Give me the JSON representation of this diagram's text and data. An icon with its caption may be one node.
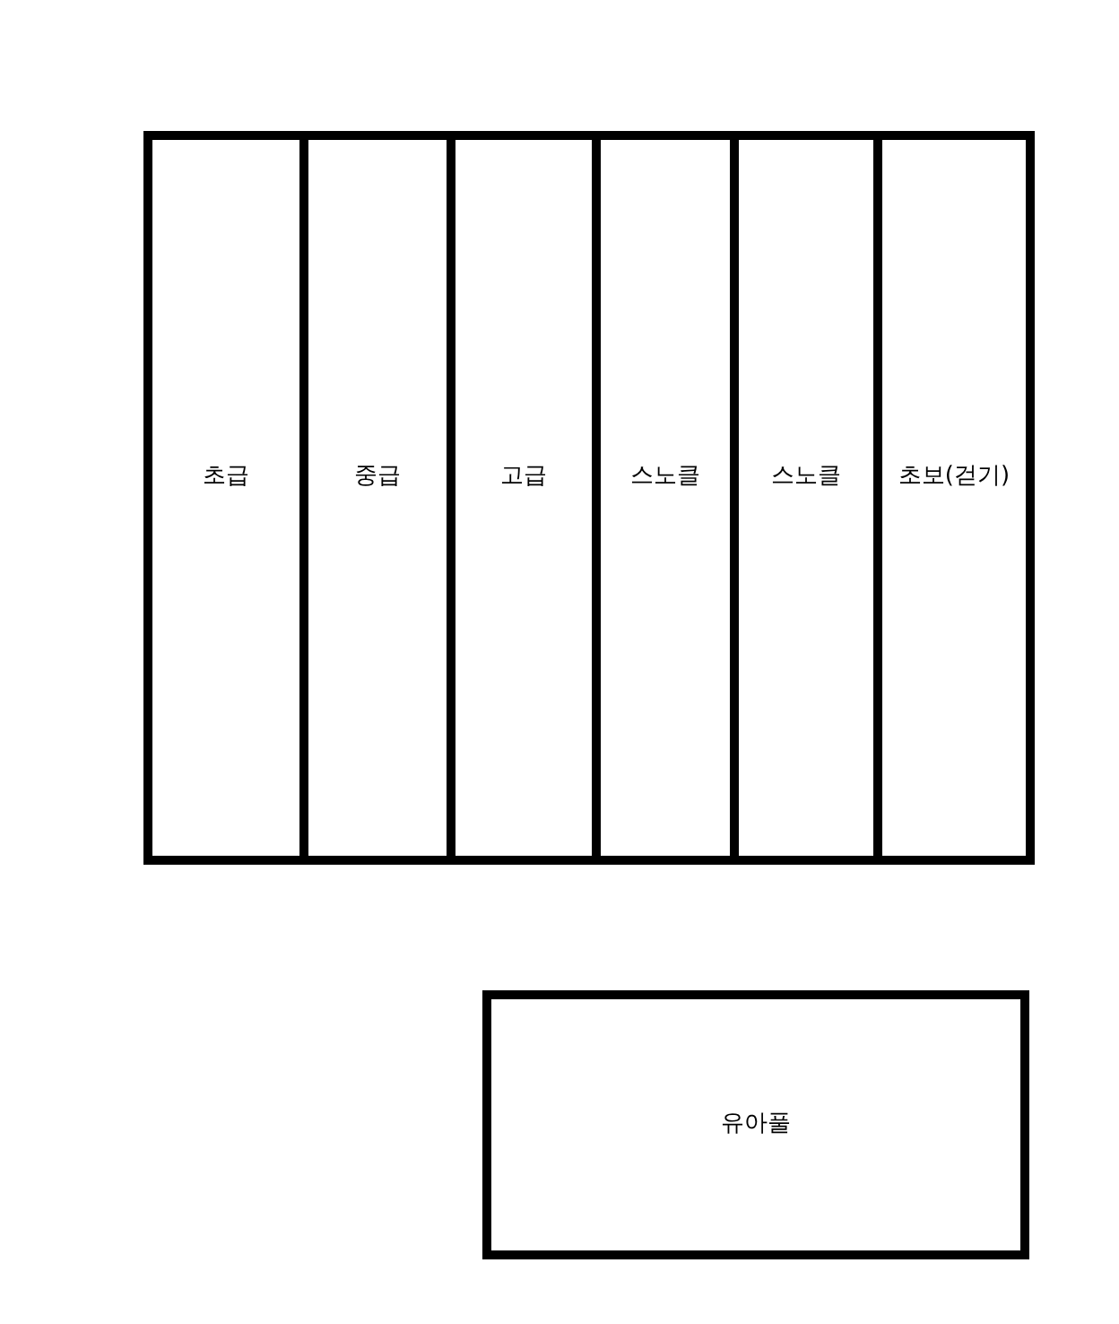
{
  "diagram": {
    "nodes": [
      {
        "text": [
          "초급"
        ]
      },
      {
        "text": [
          "중급"
        ]
      },
      {
        "text": [
          "고급"
        ]
      },
      {
        "text": [
          "스노클"
        ]
      },
      {
        "text": [
          "스노클"
        ]
      },
      {
        "text": [
          "초보(걷기)"
        ]
      },
      {
        "text": [
          "유아풀"
        ]
      }
    ]
  }
}
